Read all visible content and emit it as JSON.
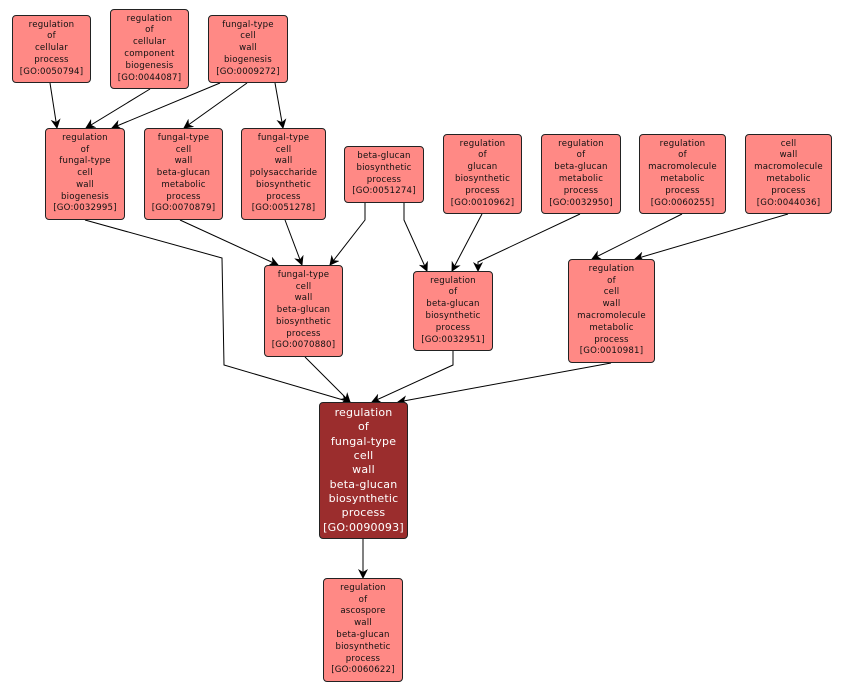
{
  "colors": {
    "node_fill": "#FF8985",
    "focus_fill": "#9B2D2D",
    "edge": "#000000"
  },
  "nodes": {
    "n1": {
      "lines": [
        "regulation",
        "of",
        "cellular",
        "process"
      ],
      "id": "[GO:0050794]"
    },
    "n2": {
      "lines": [
        "regulation",
        "of",
        "cellular",
        "component",
        "biogenesis"
      ],
      "id": "[GO:0044087]"
    },
    "n3": {
      "lines": [
        "fungal-type",
        "cell",
        "wall",
        "biogenesis"
      ],
      "id": "[GO:0009272]"
    },
    "n4": {
      "lines": [
        "regulation",
        "of",
        "fungal-type",
        "cell",
        "wall",
        "biogenesis"
      ],
      "id": "[GO:0032995]"
    },
    "n5": {
      "lines": [
        "fungal-type",
        "cell",
        "wall",
        "beta-glucan",
        "metabolic",
        "process"
      ],
      "id": "[GO:0070879]"
    },
    "n6": {
      "lines": [
        "fungal-type",
        "cell",
        "wall",
        "polysaccharide",
        "biosynthetic",
        "process"
      ],
      "id": "[GO:0051278]"
    },
    "n7": {
      "lines": [
        "beta-glucan",
        "biosynthetic",
        "process"
      ],
      "id": "[GO:0051274]"
    },
    "n8": {
      "lines": [
        "regulation",
        "of",
        "glucan",
        "biosynthetic",
        "process"
      ],
      "id": "[GO:0010962]"
    },
    "n9": {
      "lines": [
        "regulation",
        "of",
        "beta-glucan",
        "metabolic",
        "process"
      ],
      "id": "[GO:0032950]"
    },
    "n10": {
      "lines": [
        "regulation",
        "of",
        "macromolecule",
        "metabolic",
        "process"
      ],
      "id": "[GO:0060255]"
    },
    "n11": {
      "lines": [
        "cell",
        "wall",
        "macromolecule",
        "metabolic",
        "process"
      ],
      "id": "[GO:0044036]"
    },
    "n12": {
      "lines": [
        "fungal-type",
        "cell",
        "wall",
        "beta-glucan",
        "biosynthetic",
        "process"
      ],
      "id": "[GO:0070880]"
    },
    "n13": {
      "lines": [
        "regulation",
        "of",
        "beta-glucan",
        "biosynthetic",
        "process"
      ],
      "id": "[GO:0032951]"
    },
    "n14": {
      "lines": [
        "regulation",
        "of",
        "cell",
        "wall",
        "macromolecule",
        "metabolic",
        "process"
      ],
      "id": "[GO:0010981]"
    },
    "main": {
      "lines": [
        "regulation",
        "of",
        "fungal-type",
        "cell",
        "wall",
        "beta-glucan",
        "biosynthetic",
        "process"
      ],
      "id": "[GO:0090093]"
    },
    "n15": {
      "lines": [
        "regulation",
        "of",
        "ascospore",
        "wall",
        "beta-glucan",
        "biosynthetic",
        "process"
      ],
      "id": "[GO:0060622]"
    }
  }
}
